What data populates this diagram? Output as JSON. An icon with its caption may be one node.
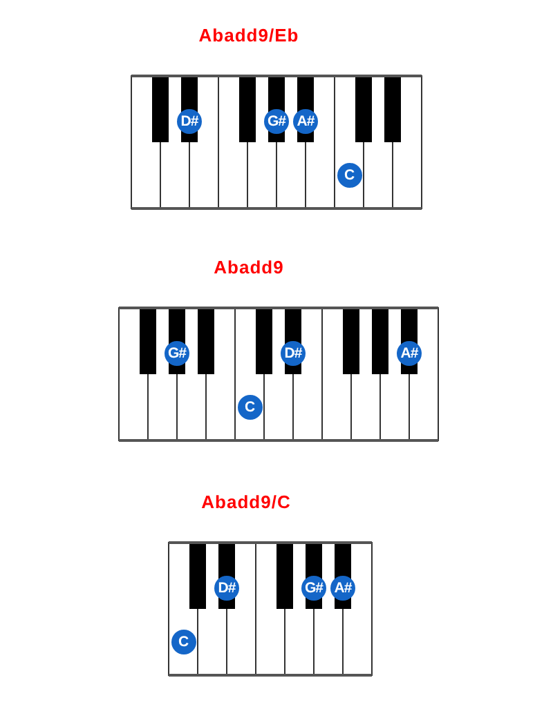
{
  "diagram": {
    "nodes": [
      {
        "text": [
          "Abadd9/Eb"
        ]
      },
      {
        "text": [
          "D#"
        ],
        "in": 0
      },
      {
        "text": [
          "G#"
        ],
        "in": 0
      },
      {
        "text": [
          "A#"
        ],
        "in": 0
      },
      {
        "text": [
          "C"
        ],
        "in": 0
      },
      {
        "text": [
          "Abadd9"
        ]
      },
      {
        "text": [
          "G#"
        ],
        "in": 5
      },
      {
        "text": [
          "C"
        ],
        "in": 5
      },
      {
        "text": [
          "D#"
        ],
        "in": 5
      },
      {
        "text": [
          "A#"
        ],
        "in": 5
      },
      {
        "text": [
          "Abadd9/C"
        ]
      },
      {
        "text": [
          "C"
        ],
        "in": 10
      },
      {
        "text": [
          "D#"
        ],
        "in": 10
      },
      {
        "text": [
          "G#"
        ],
        "in": 10
      },
      {
        "text": [
          "A#"
        ],
        "in": 10
      }
    ]
  }
}
